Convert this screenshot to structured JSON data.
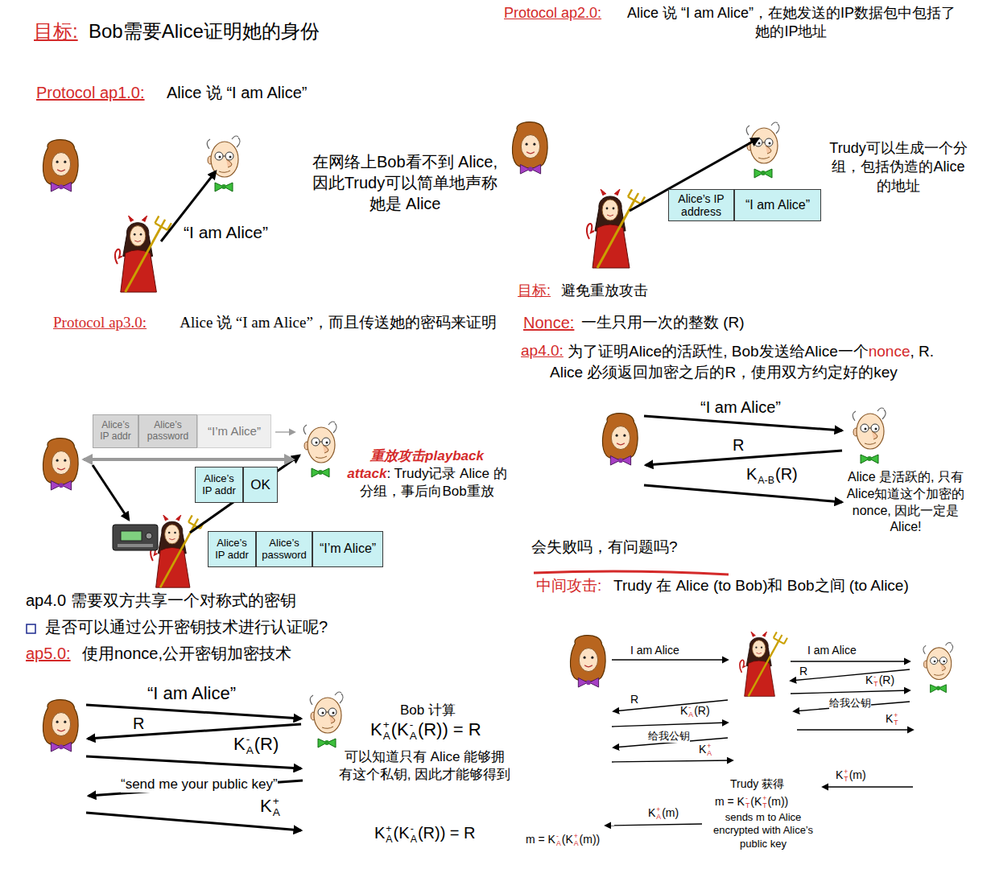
{
  "diagram": {
    "nodes": [
      {
        "text": [
          "Alice’s IP address"
        ]
      },
      {
        "text": [
          "“I am Alice”"
        ]
      },
      {
        "text": [
          "Alice’s IP addr"
        ]
      },
      {
        "text": [
          "Alice’s password"
        ]
      },
      {
        "text": [
          "“I’m Alice”"
        ]
      },
      {
        "text": [
          "Alice’s IP addr"
        ]
      },
      {
        "text": [
          "OK"
        ]
      },
      {
        "text": [
          "Alice’s IP addr"
        ]
      },
      {
        "text": [
          "Alice’s password"
        ]
      },
      {
        "text": [
          "“I’m Alice”"
        ]
      }
    ],
    "labels": [
      "目标:",
      "Bob需要Alice证明她的身份",
      "Protocol ap1.0:",
      "Alice 说 “I am Alice”",
      "在网络上Bob看不到 Alice, 因此Trudy可以简单地声称她是 Alice",
      "“I am Alice”",
      "Protocol ap2.0:",
      "Alice 说 “I am Alice”，在她发送的IP数据包中包括了她的IP地址",
      "Trudy可以生成一个分组，包括伪造的Alice的地址",
      "目标:",
      "避免重放攻击",
      "Nonce:",
      "一生只用一次的整数 (R)",
      "ap4.0:",
      "为了证明Alice的活跃性, Bob发送给Alice一个",
      "nonce",
      ", R. Alice 必须返回加密之后的R，使用双方约定好的key",
      "“I am Alice”",
      "R",
      "K",
      "A-B",
      "(R)",
      "Alice 是活跃的, 只有Alice知道这个加密的 nonce, 因此一定是 Alice!",
      "会失败吗，有问题吗?",
      "Protocol ap3.0:",
      "Alice 说 “I am Alice”，而且传送她的密码来证明",
      "重放攻击playback",
      "attack",
      ": Trudy记录 Alice 的 分组，事后向Bob重放",
      "ap4.0 需要双方共享一个对称式的密钥",
      "是否可以通过公开密钥技术进行认证呢?",
      "ap5.0:",
      "使用nonce,公开密钥加密技术",
      "“I am Alice”",
      "R",
      "K",
      "A",
      "-",
      "(R)",
      "“send me your public key”",
      "K",
      "A",
      "+",
      "Bob 计算",
      "K",
      "A",
      "+",
      "(",
      "K",
      "A",
      "-",
      "(R)) = R",
      "可以知道只有 Alice 能够拥有这个私钥, 因此才能够得到",
      "K",
      "A",
      "+",
      "(",
      "K",
      "A",
      "-",
      "(R)) = R",
      "中间攻击:",
      "Trudy 在 Alice (to Bob)和 Bob之间 (to Alice)",
      "I am Alice",
      "R",
      "K",
      "A",
      "-",
      "(R)",
      "给我公钥",
      "K",
      "A",
      "+",
      "I am Alice",
      "R",
      "K",
      "T",
      "-",
      "(R)",
      "给我公钥",
      "K",
      "T",
      "+",
      "K",
      "T",
      "+",
      "(m)",
      "Trudy 获得",
      "m = K",
      "T",
      "-",
      "(K",
      "T",
      "+",
      "(m))",
      "sends m to Alice encrypted with Alice’s public key",
      "K",
      "A",
      "+",
      "(m)",
      "m = K",
      "A",
      "-",
      "(K",
      "A",
      "+",
      "(m))"
    ]
  }
}
